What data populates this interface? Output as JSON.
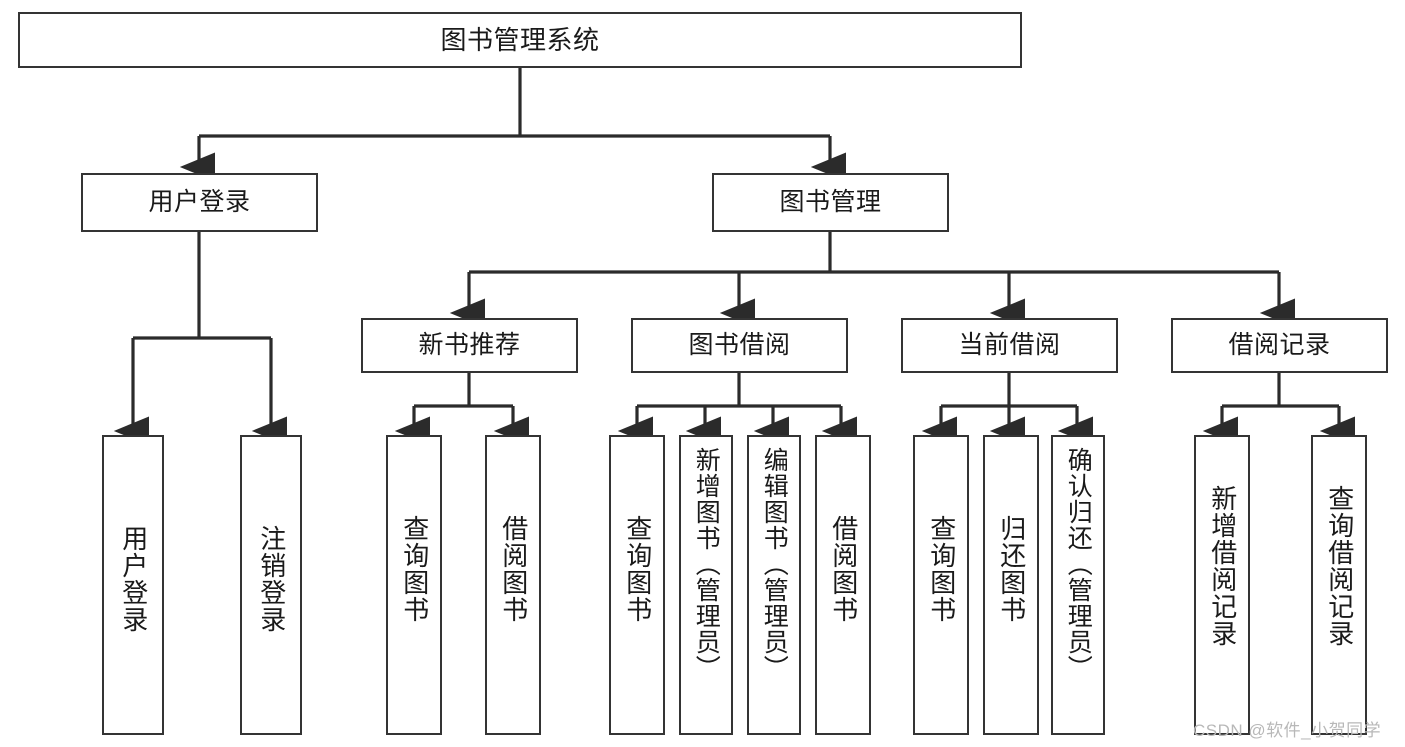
{
  "diagram": {
    "type": "tree",
    "title": "图书管理系统",
    "orientation": "top-down",
    "colors": {
      "border": "#343434",
      "fill": "#ffffff",
      "text": "#1a1a1a",
      "connector": "#2b2b2b",
      "watermark": "#b8b8b8"
    },
    "nodes": {
      "root": {
        "label": "图书管理系统"
      },
      "level2": [
        {
          "label": "用户登录"
        },
        {
          "label": "图书管理"
        }
      ],
      "level3": [
        {
          "label": "新书推荐"
        },
        {
          "label": "图书借阅"
        },
        {
          "label": "当前借阅"
        },
        {
          "label": "借阅记录"
        }
      ],
      "leaves": {
        "user_login": [
          {
            "label": "用户登录"
          },
          {
            "label": "注销登录"
          }
        ],
        "new_book_recommend": [
          {
            "label": "查询图书"
          },
          {
            "label": "借阅图书"
          }
        ],
        "book_borrow": [
          {
            "label": "查询图书"
          },
          {
            "label": "新增图书（管理员）"
          },
          {
            "label": "编辑图书（管理员）"
          },
          {
            "label": "借阅图书"
          }
        ],
        "current_borrow": [
          {
            "label": "查询图书"
          },
          {
            "label": "归还图书"
          },
          {
            "label": "确认归还（管理员）"
          }
        ],
        "borrow_records": [
          {
            "label": "新增借阅记录"
          },
          {
            "label": "查询借阅记录"
          }
        ]
      }
    }
  },
  "watermark": {
    "text": "CSDN @软件_小贺同学"
  }
}
